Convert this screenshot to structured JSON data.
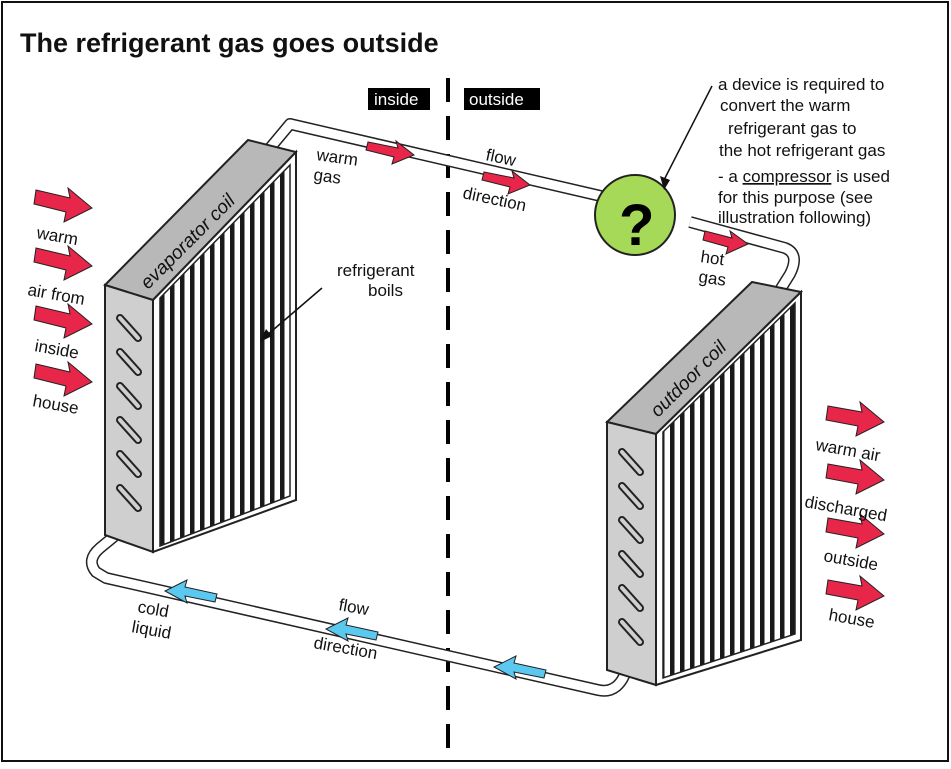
{
  "title": "The refrigerant gas goes outside",
  "labels": {
    "inside": "inside",
    "outside": "outside",
    "evaporator_coil": "evaporator coil",
    "outdoor_coil": "outdoor coil",
    "warm_gas": [
      "warm",
      "gas"
    ],
    "flow_direction_top": [
      "flow",
      "direction"
    ],
    "flow_direction_bottom": [
      "flow",
      "direction"
    ],
    "hot_gas": [
      "hot",
      "gas"
    ],
    "refrigerant_boils": [
      "refrigerant",
      "boils"
    ],
    "cold_liquid": [
      "cold",
      "liquid"
    ],
    "question_mark": "?",
    "left_air": [
      "warm",
      "air from",
      "inside",
      "house"
    ],
    "right_air": [
      "warm air",
      "discharged",
      "outside",
      "house"
    ],
    "note_1": [
      "a device is required to",
      "convert the warm",
      "refrigerant gas to",
      "the hot refrigerant gas"
    ],
    "note_2_prefix": "- a ",
    "note_2_keyword": "compressor",
    "note_2_suffix": " is used",
    "note_2_rest": [
      "for this purpose (see",
      "illustration following)"
    ]
  },
  "colors": {
    "hot_arrow": "#e8264a",
    "cold_arrow": "#5bc8ef",
    "compressor": "#a6d957",
    "coil_face": "#ffffff",
    "coil_side": "#cfcfcf",
    "coil_top": "#b8b8b8",
    "divider": "#000000"
  }
}
